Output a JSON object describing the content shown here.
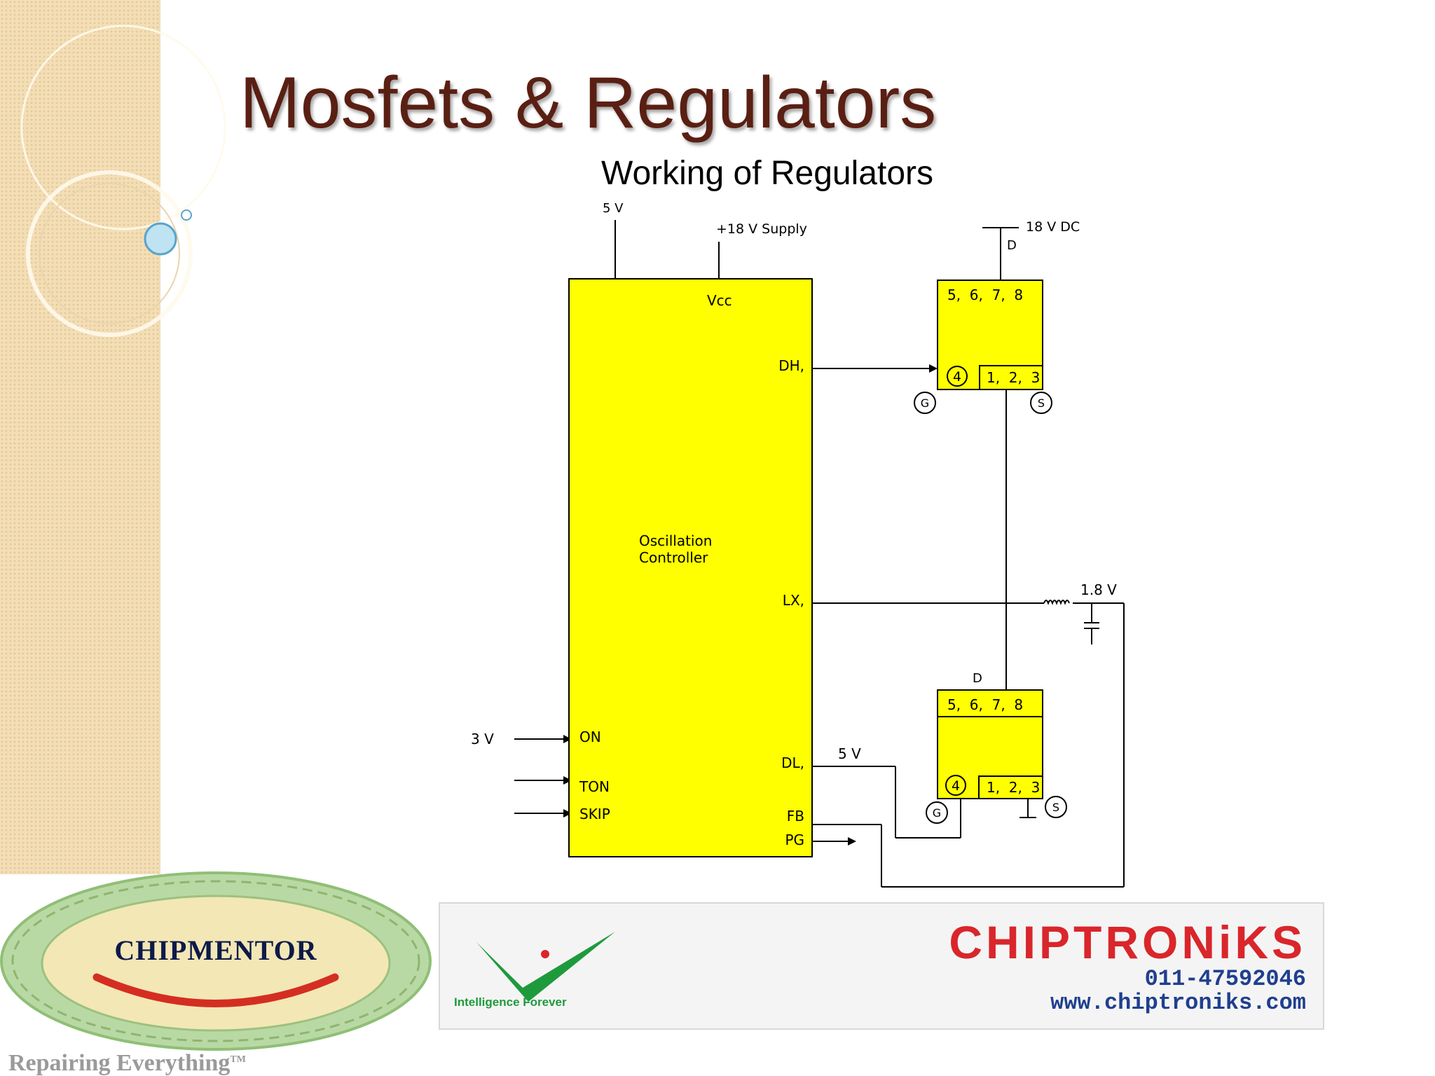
{
  "slide": {
    "title": "Mosfets & Regulators",
    "subtitle": "Working of Regulators"
  },
  "diagram": {
    "controller": {
      "label_line1": "Oscillation",
      "label_line2": "Controller",
      "pins": {
        "vcc": "Vcc",
        "dh": "DH,",
        "lx": "LX,",
        "on": "ON",
        "ton": "TON",
        "skip": "SKIP",
        "dl": "DL,",
        "fb": "FB",
        "pg": "PG"
      }
    },
    "supply_labels": {
      "five_v_top": "5 V",
      "plus18": "+18 V Supply",
      "dc18": "18 V DC",
      "three_v": "3 V",
      "out18": "1.8 V",
      "dl_5v": "5 V"
    },
    "high_mosfet": {
      "drain_label": "D",
      "drain_pins": "5,  6,  7,  8",
      "gate_pin": "4",
      "source_pins": "1,  2,  3",
      "g_marker": "G",
      "s_marker": "S"
    },
    "low_mosfet": {
      "drain_label": "D",
      "drain_pins": "5,  6,  7,  8",
      "gate_pin": "4",
      "source_pins": "1,  2,  3",
      "g_marker": "G",
      "s_marker": "S"
    }
  },
  "branding": {
    "chipmentor": "CHIPMENTOR",
    "tagline": "Repairing Everything",
    "tagline_tm": "TM",
    "chiptroniks": "CHIPTRONiKS",
    "phone": "011-47592046",
    "website": "www.chiptroniks.com",
    "slogan": "Intelligence Forever"
  },
  "colors": {
    "title": "#5a1f13",
    "block_fill": "#ffff00",
    "brand_red": "#d9262b",
    "brand_blue": "#1f3f8f",
    "brand_green": "#1e9a3c"
  }
}
